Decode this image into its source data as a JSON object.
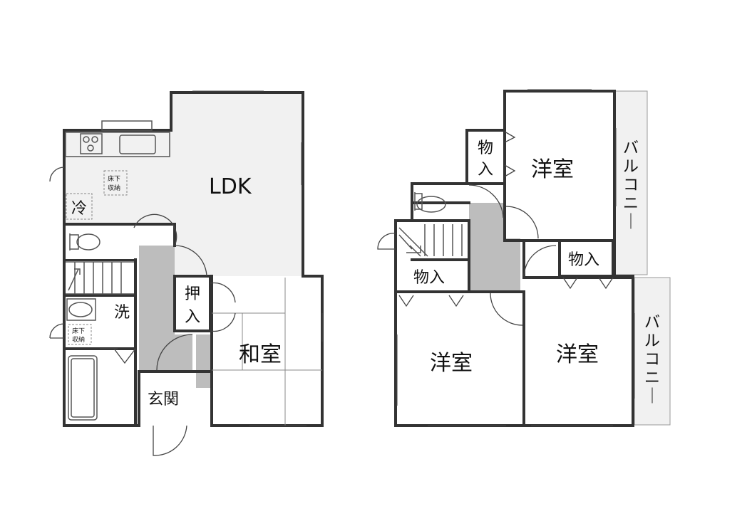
{
  "floor1": {
    "ldk": "LDK",
    "washitsu": "和室",
    "genkan": "玄関",
    "oshiire": "押入",
    "sen": "洗",
    "rei": "冷",
    "yukashita_top": "床下\n収納",
    "yukashita_bottom": "床下\n収納"
  },
  "floor2": {
    "yoshitsu_top": "洋室",
    "yoshitsu_left": "洋室",
    "yoshitsu_right": "洋室",
    "mono_top": "物入",
    "mono_mid": "物入",
    "mono_right": "物入",
    "balcony_top": "バルコニー",
    "balcony_bottom": "バルコニー"
  }
}
